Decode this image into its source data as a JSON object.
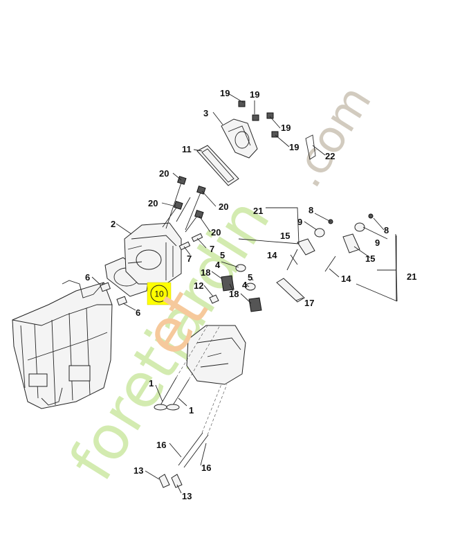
{
  "diagram": {
    "callouts": [
      "1",
      "1",
      "2",
      "3",
      "4",
      "4",
      "5",
      "5",
      "6",
      "6",
      "7",
      "7",
      "8",
      "8",
      "9",
      "9",
      "10",
      "11",
      "12",
      "13",
      "13",
      "14",
      "14",
      "15",
      "15",
      "16",
      "16",
      "17",
      "18",
      "18",
      "19",
      "19",
      "19",
      "19",
      "20",
      "20",
      "20",
      "20",
      "21",
      "21",
      "22"
    ],
    "highlighted_callout": "10",
    "highlight_color": "#ffff00"
  },
  "watermark": {
    "main_text": "foretjardin",
    "domain_text": ".com",
    "colors": {
      "green": "#d3ebb0",
      "orange": "#f6c99c",
      "grey": "#d2cbbf"
    }
  }
}
